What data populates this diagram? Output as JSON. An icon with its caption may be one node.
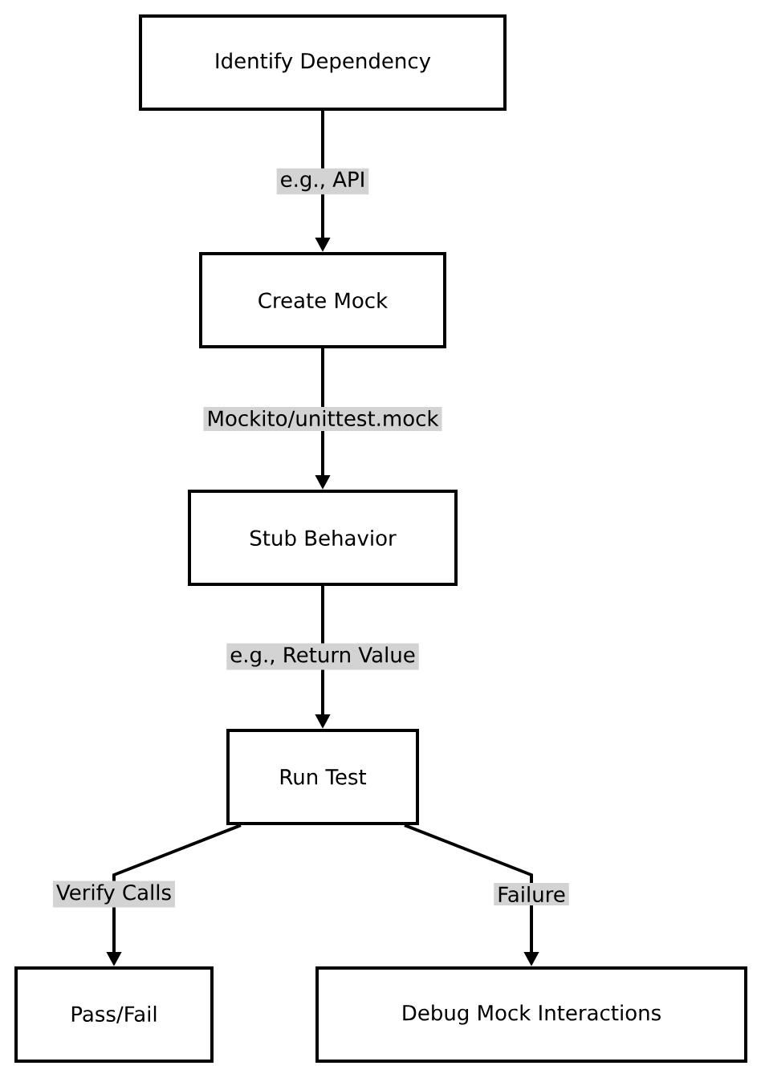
{
  "diagram": {
    "nodes": [
      {
        "text": [
          "Identify Dependency"
        ]
      },
      {
        "text": [
          "Create Mock"
        ]
      },
      {
        "text": [
          "Stub Behavior"
        ]
      },
      {
        "text": [
          "Run Test"
        ]
      },
      {
        "text": [
          "Pass/Fail"
        ]
      },
      {
        "text": [
          "Debug Mock Interactions"
        ]
      }
    ],
    "edges": [
      {
        "from": 0,
        "to": 1,
        "arrow": "to",
        "label": "e.g., API"
      },
      {
        "from": 1,
        "to": 2,
        "arrow": "to",
        "label": "Mockito/unittest.mock"
      },
      {
        "from": 2,
        "to": 3,
        "arrow": "to",
        "label": "e.g., Return Value"
      },
      {
        "from": 3,
        "to": 4,
        "arrow": "to",
        "label": "Verify Calls"
      },
      {
        "from": 3,
        "to": 5,
        "arrow": "to",
        "label": "Failure"
      }
    ]
  }
}
